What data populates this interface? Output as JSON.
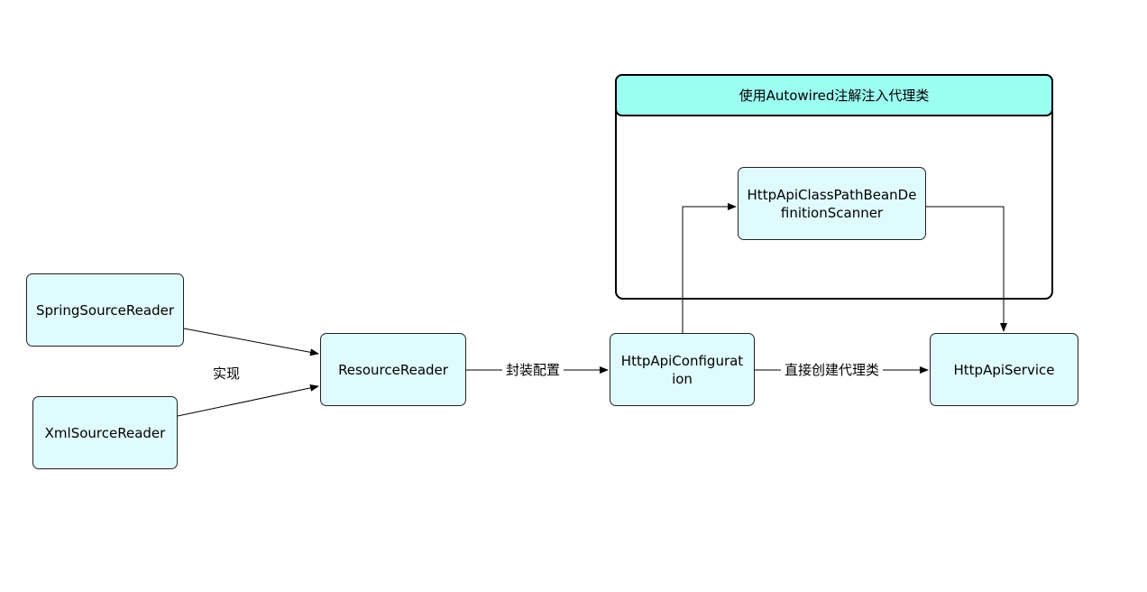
{
  "nodes": {
    "spring_source_reader": "SpringSourceReader",
    "xml_source_reader": "XmlSourceReader",
    "resource_reader": "ResourceReader",
    "http_api_configuration": "HttpApiConfiguration",
    "http_api_service": "HttpApiService",
    "scanner": "HttpApiClassPathBeanDefinitionScanner"
  },
  "group": {
    "title": "使用Autowired注解注入代理类"
  },
  "edge_labels": {
    "implements": "实现",
    "wrap_config": "封装配置",
    "create_proxy": "直接创建代理类"
  },
  "colors": {
    "node_fill": "#e0fbfd",
    "group_header_fill": "#9cfdf1",
    "stroke": "#000000"
  }
}
